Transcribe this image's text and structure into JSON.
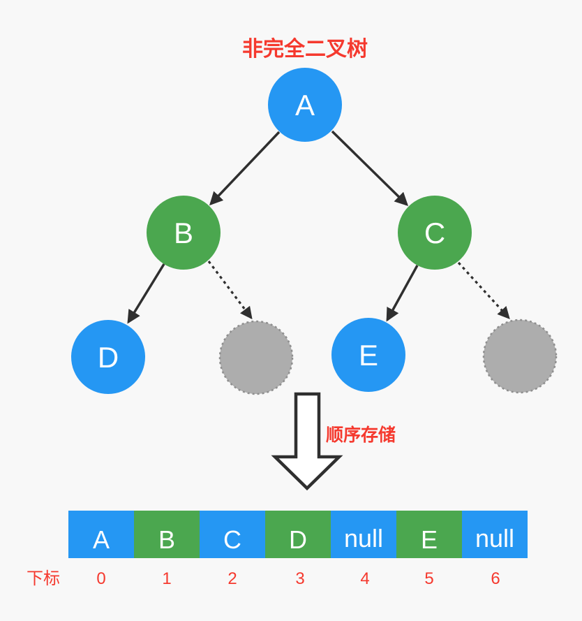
{
  "diagram": {
    "title": "非完全二叉树",
    "tree": {
      "nodes": [
        {
          "id": "A",
          "label": "A",
          "color": "blue",
          "role": "root"
        },
        {
          "id": "B",
          "label": "B",
          "color": "green",
          "role": "left-child-of-A"
        },
        {
          "id": "C",
          "label": "C",
          "color": "green",
          "role": "right-child-of-A"
        },
        {
          "id": "D",
          "label": "D",
          "color": "blue",
          "role": "left-child-of-B"
        },
        {
          "id": "E",
          "label": "E",
          "color": "blue",
          "role": "left-child-of-C"
        },
        {
          "id": "empty-left",
          "label": "",
          "color": "gray",
          "role": "missing-right-child-of-B"
        },
        {
          "id": "empty-right",
          "label": "",
          "color": "gray",
          "role": "missing-right-child-of-C"
        }
      ],
      "edges": [
        {
          "from": "A",
          "to": "B",
          "style": "solid"
        },
        {
          "from": "A",
          "to": "C",
          "style": "solid"
        },
        {
          "from": "B",
          "to": "D",
          "style": "solid"
        },
        {
          "from": "B",
          "to": "empty-left",
          "style": "dashed"
        },
        {
          "from": "C",
          "to": "E",
          "style": "solid"
        },
        {
          "from": "C",
          "to": "empty-right",
          "style": "dashed"
        }
      ]
    },
    "transform_arrow_label": "顺序存储",
    "array": {
      "index_label": "下标",
      "cells": [
        {
          "value": "A",
          "color": "blue"
        },
        {
          "value": "B",
          "color": "green"
        },
        {
          "value": "C",
          "color": "blue"
        },
        {
          "value": "D",
          "color": "green"
        },
        {
          "value": "null",
          "color": "blue"
        },
        {
          "value": "E",
          "color": "green"
        },
        {
          "value": "null",
          "color": "blue"
        }
      ],
      "indices": [
        "0",
        "1",
        "2",
        "3",
        "4",
        "5",
        "6"
      ]
    },
    "colors": {
      "node_blue": "#2597f3",
      "node_green": "#4ba74f",
      "node_empty_fill": "#adadad",
      "node_empty_border": "#8f8f8f",
      "accent_red": "#f5392e",
      "line_dark": "#2f2f2f",
      "background": "#f8f8f8"
    }
  }
}
